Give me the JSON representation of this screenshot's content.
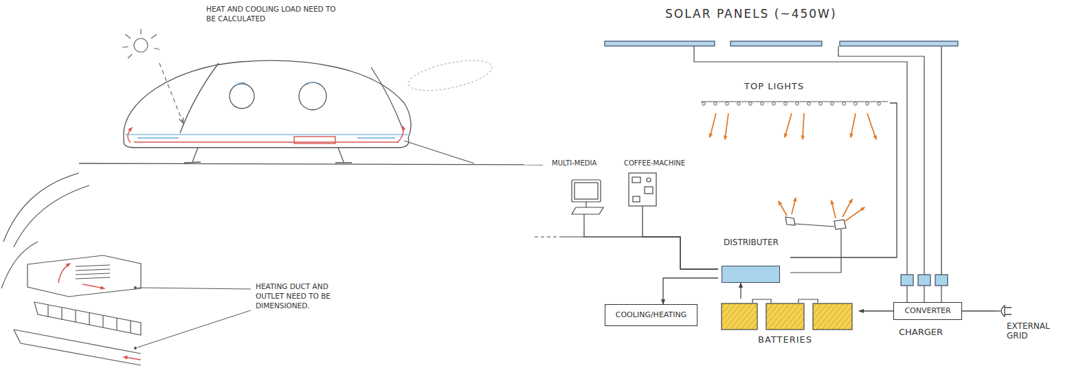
{
  "diagram": {
    "nodes": [
      {
        "text": [
          "SOLAR PANELS (~450W)"
        ]
      },
      {
        "text": [
          "TOP LIGHTS"
        ]
      },
      {
        "text": [
          "MULTI-MEDIA"
        ]
      },
      {
        "text": [
          "COFFEE-MACHINE"
        ]
      },
      {
        "text": [
          "DISTRIBUTER"
        ]
      },
      {
        "text": [
          "COOLING/HEATING"
        ]
      },
      {
        "text": [
          "BATTERIES"
        ]
      },
      {
        "text": [
          "CONVERTER",
          "CHARGER"
        ]
      },
      {
        "text": [
          "EXTERNAL GRID"
        ]
      }
    ],
    "edges": [
      {
        "from": 0,
        "to": 7,
        "arrow": "none"
      },
      {
        "from": 4,
        "to": 1,
        "arrow": "none"
      },
      {
        "from": 4,
        "to": 2,
        "arrow": "none"
      },
      {
        "from": 4,
        "to": 3,
        "arrow": "none"
      },
      {
        "from": 4,
        "to": 5,
        "arrow": "to"
      },
      {
        "from": 6,
        "to": 4,
        "arrow": "to"
      },
      {
        "from": 7,
        "to": 6,
        "arrow": "to"
      },
      {
        "from": 8,
        "to": 7,
        "arrow": "none"
      }
    ],
    "labels": [
      "HEAT AND COOLING LOAD NEED TO BE CALCULATED",
      "HEATING DUCT AND OUTLET NEED TO BE DIMENSIONED."
    ]
  }
}
